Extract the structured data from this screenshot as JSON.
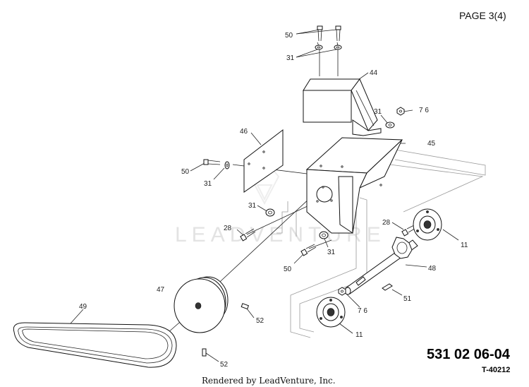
{
  "page_label": "PAGE 3(4)",
  "part_number": "531 02 06-04",
  "reference_number": "T-40212",
  "footer": "Rendered by LeadVenture, Inc.",
  "watermark": "LEADVENTURE",
  "callouts": {
    "c50a": "50",
    "c31a": "31",
    "c44": "44",
    "c31b": "31",
    "c76a": "7 6",
    "c46": "46",
    "c45": "45",
    "c50b": "50",
    "c31c": "31",
    "c31d": "31",
    "c28a": "28",
    "c31e": "31",
    "c50c": "50",
    "c28b": "28",
    "c11a": "11",
    "c48": "48",
    "c47": "47",
    "c49": "49",
    "c51": "51",
    "c76b": "7 6",
    "c52a": "52",
    "c11b": "11",
    "c52b": "52"
  }
}
